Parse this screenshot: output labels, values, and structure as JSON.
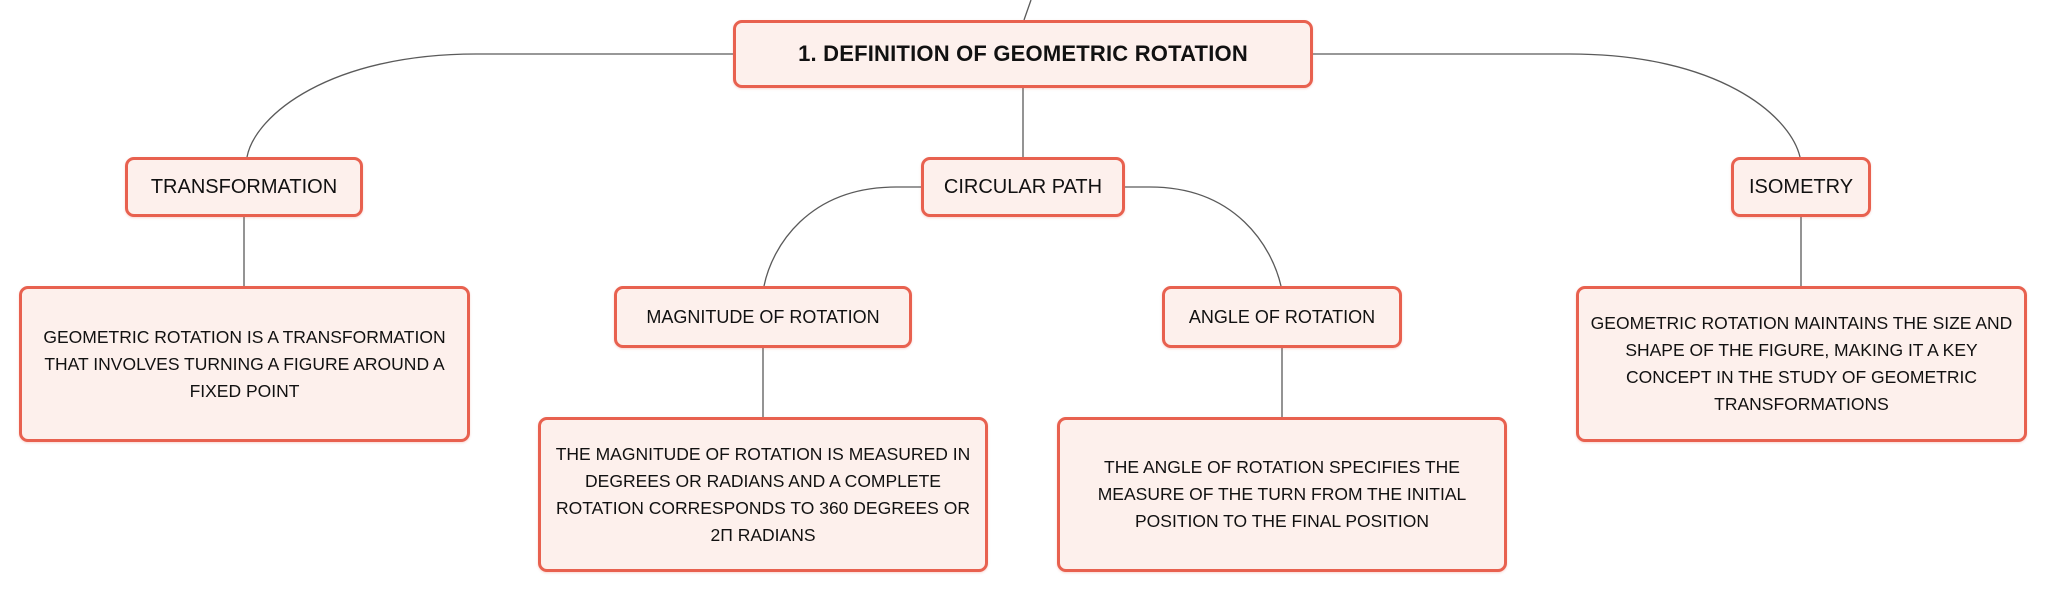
{
  "diagram": {
    "root": {
      "label": "1. DEFINITION OF GEOMETRIC ROTATION"
    },
    "topics": {
      "transformation": {
        "label": "TRANSFORMATION",
        "description": "GEOMETRIC ROTATION IS A TRANSFORMATION THAT INVOLVES TURNING A FIGURE AROUND A FIXED POINT"
      },
      "circular_path": {
        "label": "CIRCULAR PATH",
        "children": {
          "magnitude": {
            "label": "MAGNITUDE OF ROTATION",
            "description": "THE MAGNITUDE OF ROTATION IS MEASURED IN DEGREES OR RADIANS AND A COMPLETE ROTATION CORRESPONDS TO 360 DEGREES OR 2Π RADIANS"
          },
          "angle": {
            "label": "ANGLE OF ROTATION",
            "description": "THE ANGLE OF ROTATION SPECIFIES THE MEASURE OF THE TURN FROM THE INITIAL POSITION TO THE FINAL POSITION"
          }
        }
      },
      "isometry": {
        "label": "ISOMETRY",
        "description": "GEOMETRIC ROTATION MAINTAINS THE SIZE AND SHAPE OF THE FIGURE, MAKING IT A KEY CONCEPT IN THE STUDY OF GEOMETRIC TRANSFORMATIONS"
      }
    },
    "colors": {
      "node_border": "#e8614f",
      "node_fill": "#fdf0ec",
      "connector": "#5a5a5a",
      "text": "#111111"
    }
  }
}
